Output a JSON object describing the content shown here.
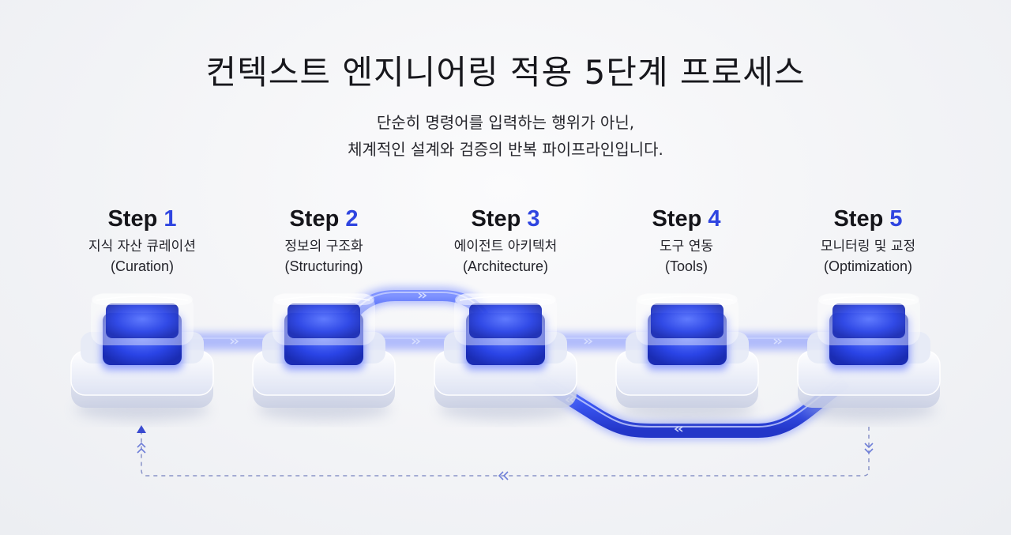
{
  "title": "컨텍스트 엔지니어링 적용 5단계 프로세스",
  "subtitle": {
    "line1": "단순히 명령어를 입력하는 행위가 아닌,",
    "line2": "체계적인 설계와 검증의 반복 파이프라인입니다."
  },
  "steps": [
    {
      "step_word": "Step",
      "number": "1",
      "name_ko": "지식 자산 큐레이션",
      "name_en": "(Curation)"
    },
    {
      "step_word": "Step",
      "number": "2",
      "name_ko": "정보의 구조화",
      "name_en": "(Structuring)"
    },
    {
      "step_word": "Step",
      "number": "3",
      "name_ko": "에이전트 아키텍처",
      "name_en": "(Architecture)"
    },
    {
      "step_word": "Step",
      "number": "4",
      "name_ko": "도구 연동",
      "name_en": "(Tools)"
    },
    {
      "step_word": "Step",
      "number": "5",
      "name_ko": "모니터링 및 교정",
      "name_en": "(Optimization)"
    }
  ],
  "colors": {
    "accent": "#2f45e0",
    "pipe": "#3553f0",
    "pipe_glow": "#6f86ff",
    "dashed_loop": "#8a94c8"
  }
}
